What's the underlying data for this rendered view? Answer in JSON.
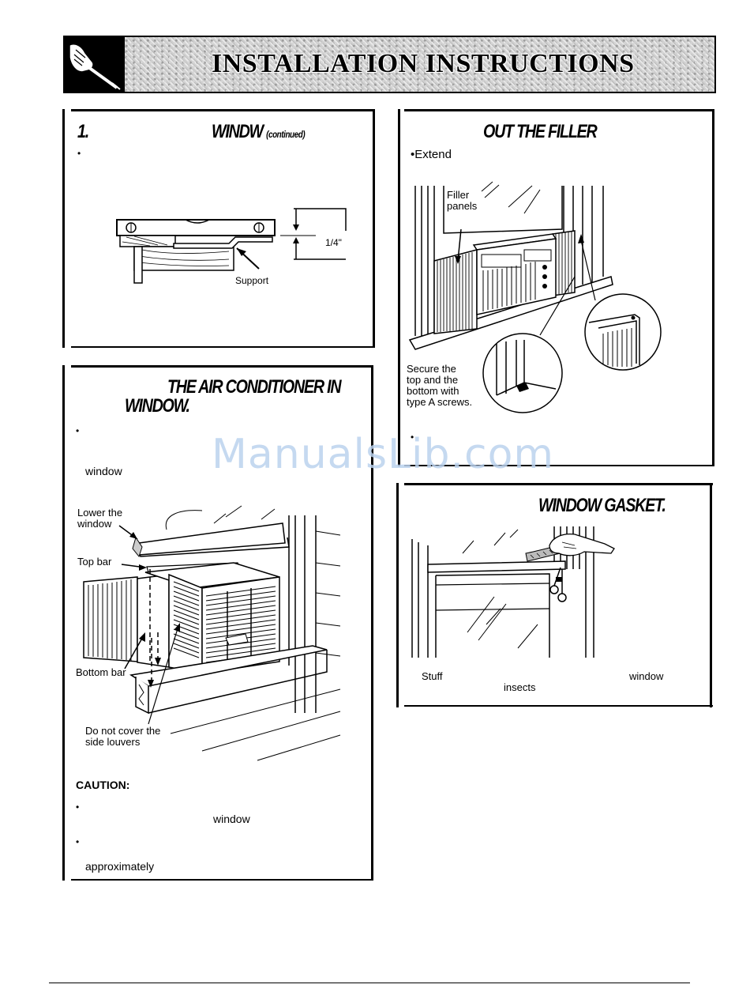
{
  "header": {
    "title": "INSTALLATION INSTRUCTIONS",
    "icon": "hand-screwdriver-icon"
  },
  "section_level": {
    "heading_number": "1.",
    "heading_word": "WINDW",
    "heading_suffix": "(continued)",
    "bullet": "•",
    "labels": {
      "measurement": "1/4\"",
      "support": "Support"
    }
  },
  "section_place": {
    "heading_line1": "THE AIR CONDITIONER IN",
    "heading_line2": "WINDOW.",
    "bullet": "•",
    "text_window": "window",
    "labels": {
      "lower_window": "Lower the\nwindow",
      "top_bar": "Top bar",
      "bottom_bar": "Bottom bar",
      "louvers": "Do not cover the\nside louvers"
    },
    "caution_label": "CAUTION:",
    "caution_bullets": [
      "•",
      "•"
    ],
    "caution_word1": "window",
    "caution_word2": "approximately"
  },
  "section_filler": {
    "heading": "OUT THE FILLER",
    "extend": "•Extend",
    "labels": {
      "filler_panels": "Filler\npanels",
      "secure": "Secure the\ntop and the\nbottom with\ntype A screws."
    },
    "bullet": "•"
  },
  "section_gasket": {
    "heading": "WINDOW GASKET.",
    "caption_stuff": "Stuff",
    "caption_window": "window",
    "caption_insects": "insects"
  },
  "watermark": "ManualsLib.com"
}
